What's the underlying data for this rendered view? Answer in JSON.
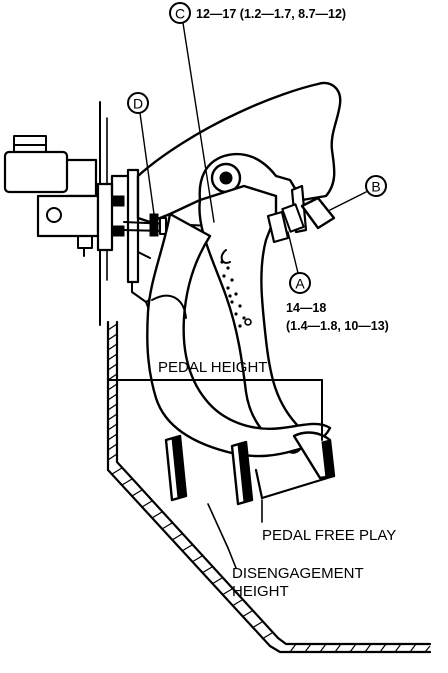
{
  "callouts": {
    "c": {
      "letter": "C",
      "torque": "12—17 (1.2—1.7, 8.7—12)"
    },
    "d": {
      "letter": "D"
    },
    "b": {
      "letter": "B"
    },
    "a": {
      "letter": "A",
      "torque_line1": "14—18",
      "torque_line2": "(1.4—1.8, 10—13)"
    }
  },
  "dimensions": {
    "pedal_height": "PEDAL HEIGHT",
    "pedal_free_play": "PEDAL FREE PLAY",
    "disengagement_line1": "DISENGAGEMENT",
    "disengagement_line2": "HEIGHT"
  }
}
